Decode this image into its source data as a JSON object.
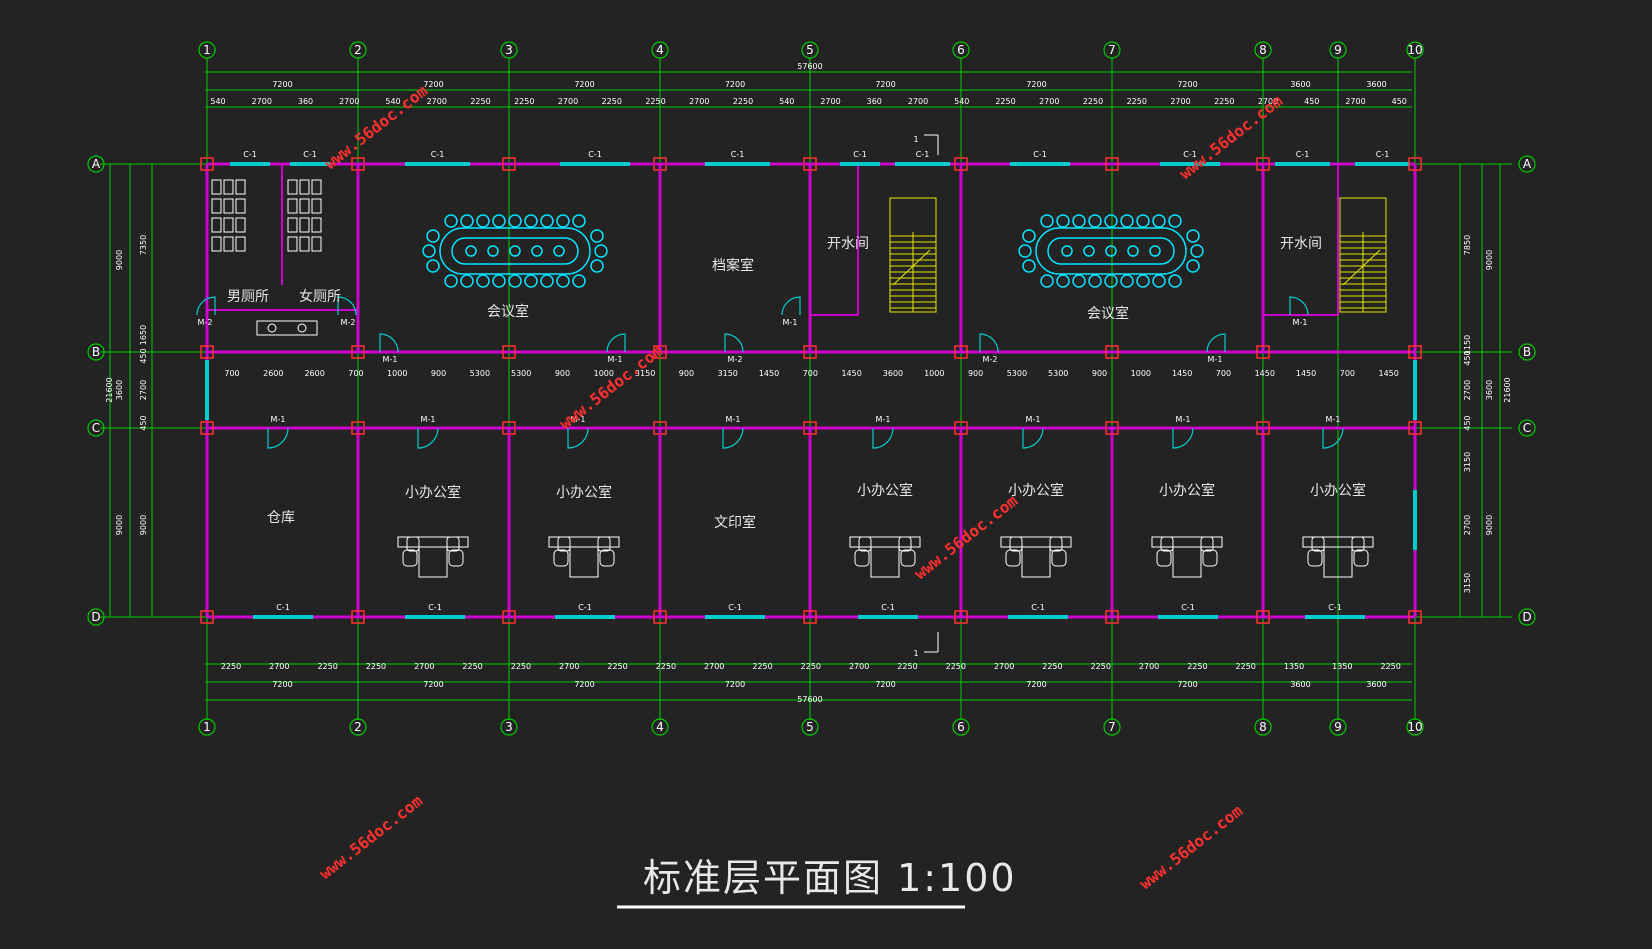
{
  "title": "标准层平面图 1:100",
  "axes_x": [
    "1",
    "2",
    "3",
    "4",
    "5",
    "6",
    "7",
    "8",
    "9",
    "10"
  ],
  "axes_y": [
    "A",
    "B",
    "C",
    "D"
  ],
  "overall_dim": "57600",
  "bay_dims_top": [
    "7200",
    "7200",
    "7200",
    "7200",
    "7200",
    "7200",
    "7200",
    "3600",
    "3600"
  ],
  "bay_dims_bottom": [
    "7200",
    "7200",
    "7200",
    "7200",
    "7200",
    "7200",
    "7200",
    "3600",
    "3600"
  ],
  "detail_dims_top": [
    "540",
    "2700",
    "360",
    "2700",
    "540",
    "2700",
    "2250",
    "2250",
    "2700",
    "2250",
    "2250",
    "2700",
    "2250",
    "540",
    "2700",
    "360",
    "2700",
    "540",
    "2250",
    "2700",
    "2250",
    "2250",
    "2700",
    "2250",
    "2700",
    "450",
    "2700",
    "450"
  ],
  "detail_dims_bottom": [
    "2250",
    "2700",
    "2250",
    "2250",
    "2700",
    "2250",
    "2250",
    "2700",
    "2250",
    "2250",
    "2700",
    "2250",
    "2250",
    "2700",
    "2250",
    "2250",
    "2700",
    "2250",
    "2250",
    "2700",
    "2250",
    "2250",
    "1350",
    "1350",
    "2250"
  ],
  "corridor_dims": [
    "700",
    "2600",
    "2600",
    "700",
    "1000",
    "900",
    "5300",
    "5300",
    "900",
    "1000",
    "3150",
    "900",
    "3150",
    "1450",
    "700",
    "1450",
    "3600",
    "1000",
    "900",
    "5300",
    "5300",
    "900",
    "1000",
    "1450",
    "700",
    "1450",
    "1450",
    "700",
    "1450"
  ],
  "left_dims": [
    "9000",
    "7350",
    "1650",
    "450",
    "3600",
    "2700",
    "450",
    "9000",
    "9000",
    "21600"
  ],
  "right_dims": [
    "7850",
    "9000",
    "1150",
    "450",
    "2700",
    "3600",
    "450",
    "3150",
    "2700",
    "3150",
    "9000",
    "21600"
  ],
  "rooms": {
    "men_wc": "男厕所",
    "women_wc": "女厕所",
    "meeting1": "会议室",
    "archive": "档案室",
    "water1": "开水间",
    "meeting2": "会议室",
    "water2": "开水间",
    "storage": "仓库",
    "office1": "小办公室",
    "office2": "小办公室",
    "print": "文印室",
    "office3": "小办公室",
    "office4": "小办公室",
    "office5": "小办公室",
    "office6": "小办公室"
  },
  "window_tags": [
    "C-1",
    "C-1",
    "C-1",
    "C-1",
    "C-1",
    "C-1",
    "C-1",
    "C-1",
    "C-1",
    "C-1",
    "C-1",
    "C-1",
    "C-1",
    "C-1",
    "C-1",
    "C-1",
    "C-1",
    "C-1",
    "C-1",
    "C-1"
  ],
  "door_tags": [
    "M-2",
    "M-2",
    "M-1",
    "M-1",
    "M-2",
    "M-1",
    "M-2",
    "M-1",
    "M-1",
    "M-1",
    "M-1",
    "M-1",
    "M-1",
    "M-1",
    "M-1",
    "M-1",
    "M-1",
    "M-1"
  ],
  "section_mark": "1",
  "watermark": "www.56doc.com",
  "colors": {
    "grid": "#00cc00",
    "wall": "#cc00cc",
    "window": "#00cccc",
    "column": "#ff3030",
    "furniture": "#00e5ff",
    "stair": "#e6e600",
    "text": "#ffffff",
    "watermark": "#ff3030"
  }
}
